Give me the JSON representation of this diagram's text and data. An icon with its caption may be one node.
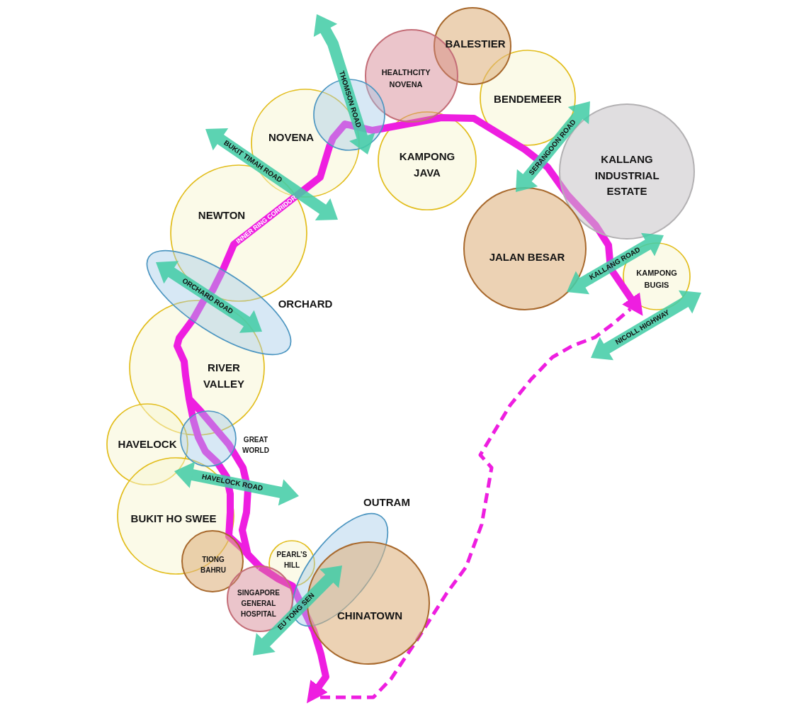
{
  "diagram": {
    "nodes": [
      {
        "text": [
          "BALESTIER"
        ]
      },
      {
        "text": [
          "HEALTHCITY NOVENA"
        ]
      },
      {
        "text": [
          "BENDEMEER"
        ]
      },
      {
        "text": [],
        "shape": "circle"
      },
      {
        "text": [
          "NOVENA"
        ]
      },
      {
        "text": [
          "KAMPONG JAVA"
        ]
      },
      {
        "text": [
          "KALLANG INDUSTRIAL ESTATE"
        ]
      },
      {
        "text": [
          "NEWTON"
        ]
      },
      {
        "text": [
          "JALAN BESAR"
        ]
      },
      {
        "text": [
          "KAMPONG BUGIS"
        ]
      },
      {
        "text": [
          "ORCHARD"
        ]
      },
      {
        "text": [
          "RIVER VALLEY"
        ]
      },
      {
        "text": [
          "HAVELOCK"
        ]
      },
      {
        "text": [
          "GREAT WORLD"
        ]
      },
      {
        "text": [
          "BUKIT HO SWEE"
        ]
      },
      {
        "text": [
          "OUTRAM"
        ]
      },
      {
        "text": [
          "TIONG BAHRU"
        ]
      },
      {
        "text": [
          "PEARL’S HILL"
        ]
      },
      {
        "text": [
          "SINGAPORE GENERAL HOSPITAL"
        ]
      },
      {
        "text": [
          "CHINATOWN"
        ]
      }
    ],
    "labels": [
      "THOMSON ROAD",
      "SERANGOON ROAD",
      "BUKIT TIMAH ROAD",
      "INNER RING CORRIDOR",
      "KALLANG ROAD",
      "ORCHARD ROAD",
      "NICOLL HIGHWAY",
      "HAVELOCK ROAD",
      "EU TONG SEN"
    ]
  }
}
